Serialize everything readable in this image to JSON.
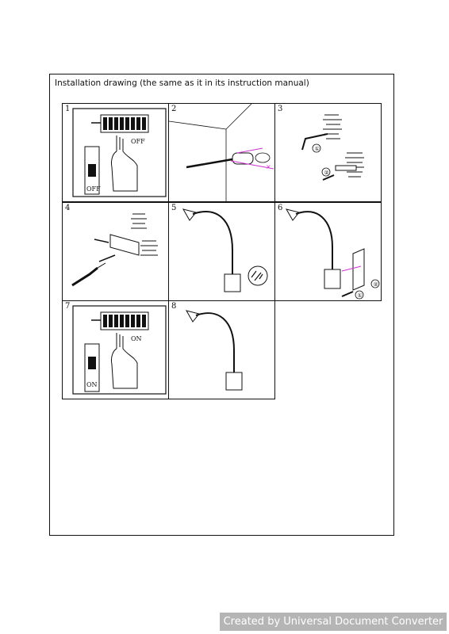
{
  "document": {
    "title": "Installation drawing (the same as it in its instruction manual)"
  },
  "panels": [
    {
      "number": "1",
      "labels": [
        "OFF",
        "OFF"
      ]
    },
    {
      "number": "2",
      "labels": []
    },
    {
      "number": "3",
      "labels": [
        "①",
        "②"
      ]
    },
    {
      "number": "4",
      "labels": []
    },
    {
      "number": "5",
      "labels": []
    },
    {
      "number": "6",
      "labels": [
        "①",
        "②"
      ]
    },
    {
      "number": "7",
      "labels": [
        "ON",
        "ON"
      ]
    },
    {
      "number": "8",
      "labels": []
    }
  ],
  "footer": {
    "banner_text": "Created by Universal Document Converter"
  },
  "colors": {
    "line": "#111111",
    "accent": "#cc33cc",
    "banner_bg": "#b5b5b5"
  }
}
